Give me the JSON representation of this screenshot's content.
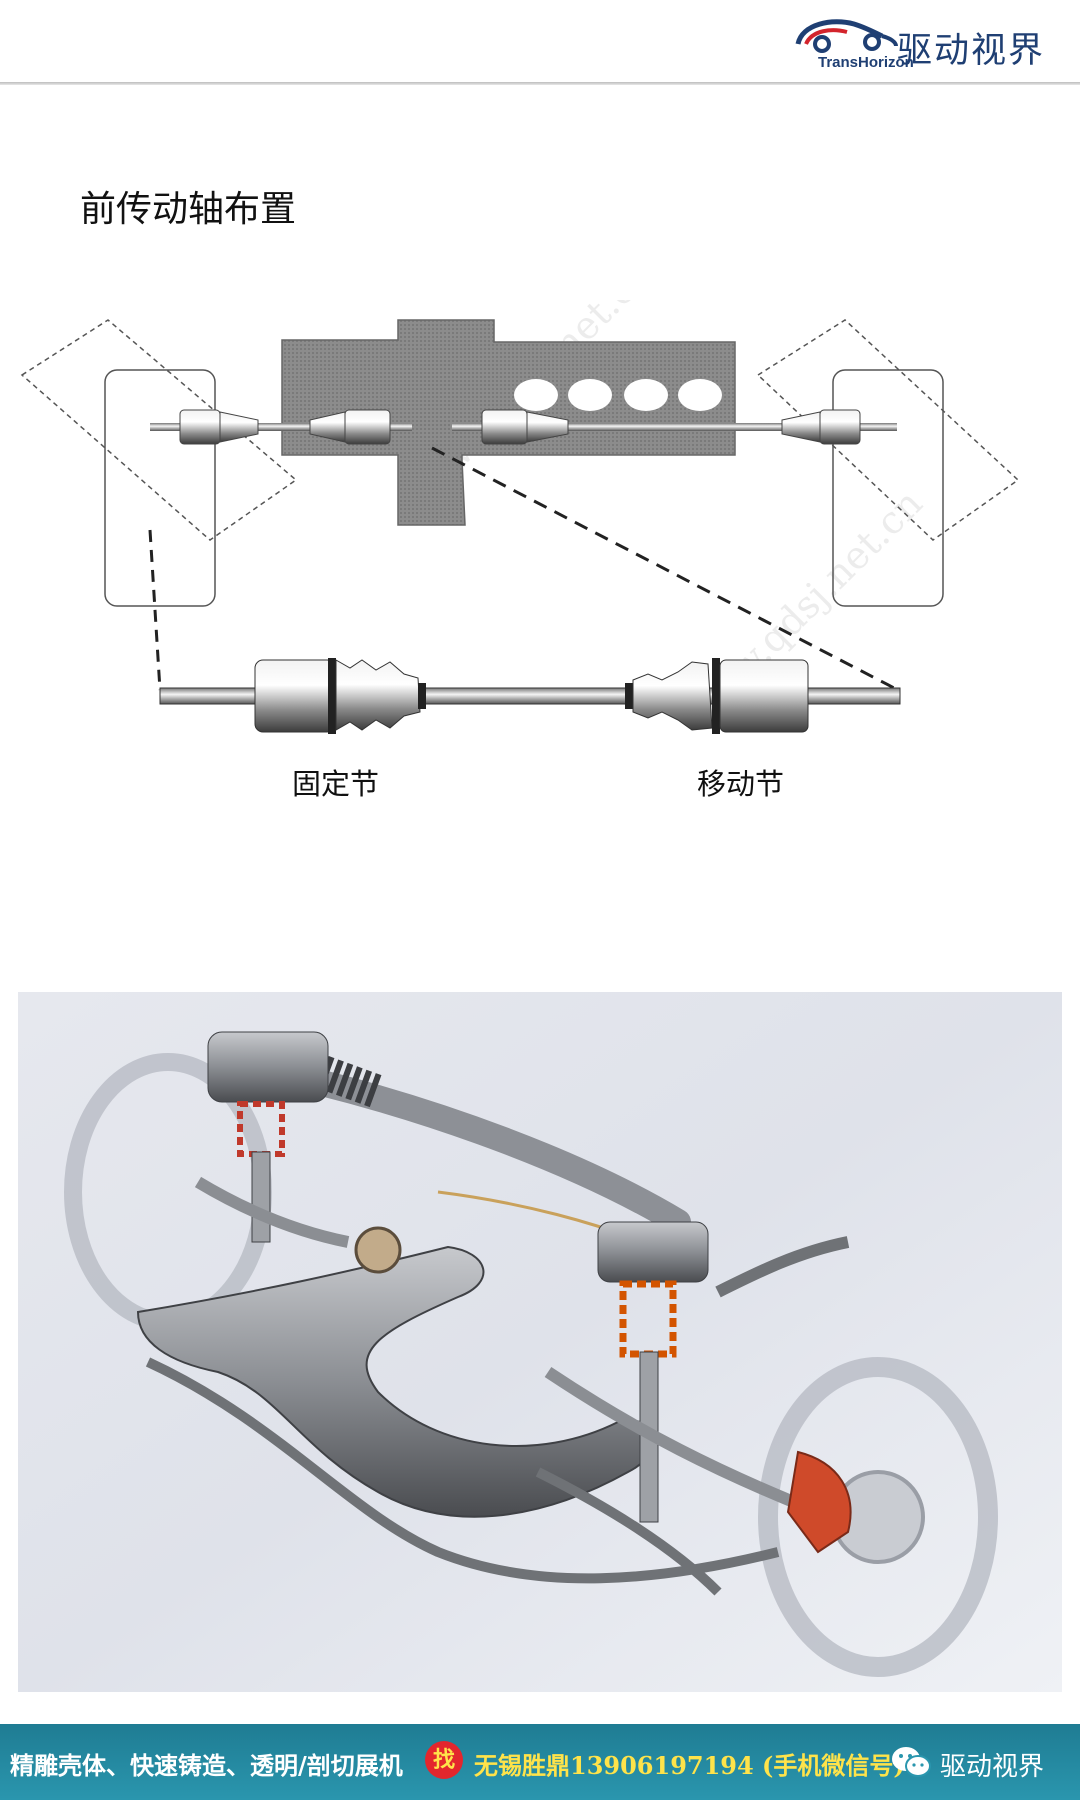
{
  "header": {
    "logo_sub": "TransHorizon",
    "logo_name": "驱动视界"
  },
  "title": "前传动轴布置",
  "diagram": {
    "label_fixed": "固定节",
    "label_moving": "移动节",
    "watermark": "www.qdsj.net.cn"
  },
  "footer": {
    "promo": "精雕壳体、快速铸造、透明/剖切展机",
    "badge": "找",
    "contact": "无锡胜鼎13906197194 (手机微信号)",
    "brand": "驱动视界"
  },
  "colors": {
    "brand": "#1f3f73",
    "footer_bg": "#1f7c93",
    "footer_highlight": "#ffe34a",
    "badge": "#e3262d"
  }
}
